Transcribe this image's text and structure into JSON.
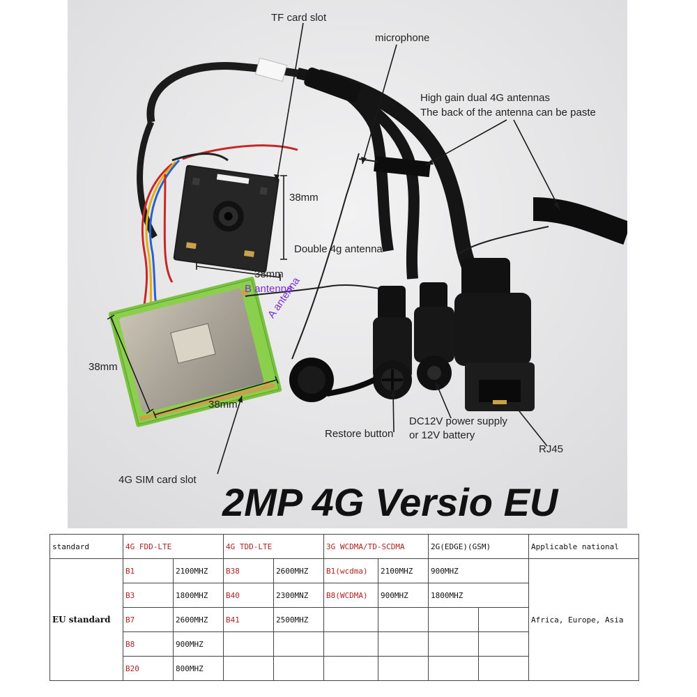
{
  "labels": {
    "tf_card_slot": "TF card slot",
    "microphone": "microphone",
    "antennas_line1": "High gain dual 4G antennas",
    "antennas_line2": "The back of the antenna can be paste",
    "dim_38_top_right": "38mm",
    "double_4g_antenna": "Double 4g antenna",
    "dim_38_top_bottom": "38mm",
    "b_antenna": "B antenna",
    "a_antenna": "A antenna",
    "dim_38_left": "38mm",
    "dim_38_bottom": "38mm",
    "dc12v_line1": "DC12V power supply",
    "dc12v_line2": "or 12V battery",
    "restore_button": "Restore button",
    "rj45": "RJ45",
    "sim_card_slot": "4G SIM card slot",
    "title": "2MP 4G Versio EU"
  },
  "table": {
    "header": [
      "standard",
      "4G FDD-LTE",
      "4G TDD-LTE",
      "3G WCDMA/TD-SCDMA",
      "2G(EDGE)(GSM)",
      "Applicable national"
    ],
    "eu_standard": "EU standard",
    "applicable": "Africa, Europe, Asia",
    "rows": [
      [
        "B1",
        "2100MHZ",
        "B38",
        "2600MHZ",
        "B1(wcdma)",
        "2100MHZ",
        "900MHZ"
      ],
      [
        "B3",
        "1800MHZ",
        "B40",
        "2300MNZ",
        "B8(WCDMA)",
        "900MHZ",
        "1800MHZ"
      ],
      [
        "B7",
        "2600MHZ",
        "B41",
        "2500MHZ",
        "",
        "",
        ""
      ],
      [
        "B8",
        "900MHZ",
        "",
        "",
        "",
        "",
        ""
      ],
      [
        "B20",
        "800MHZ",
        "",
        "",
        "",
        "",
        ""
      ]
    ]
  },
  "colors": {
    "photo_bg": "#e9e9ea",
    "pcb_green": "#7cc242",
    "label_purple": "#7b2fd0",
    "table_red": "#b22222"
  }
}
